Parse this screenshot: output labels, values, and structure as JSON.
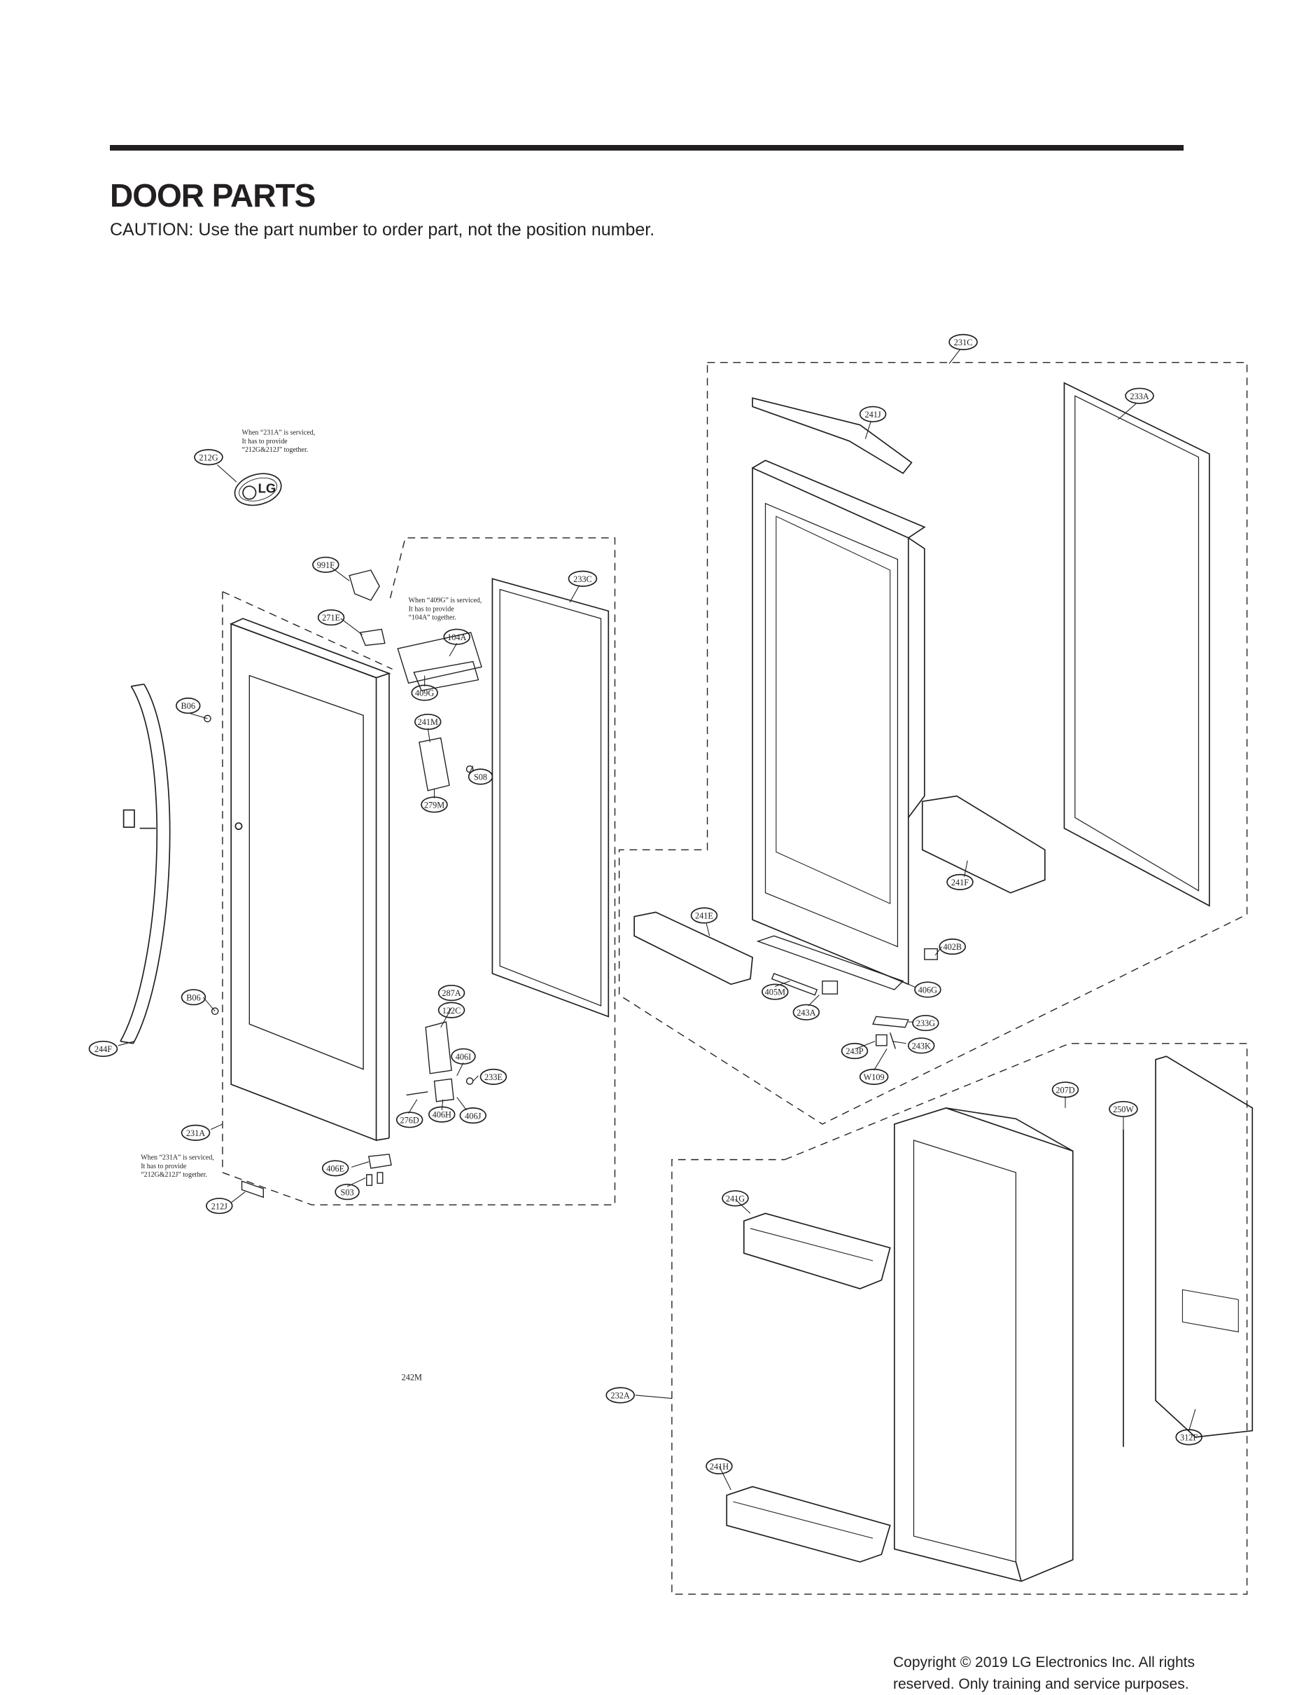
{
  "header": {
    "title": "DOOR PARTS",
    "caution": "CAUTION: Use the part number to order part, not the position number."
  },
  "notes": {
    "n1": [
      "When “231A” is serviced,",
      "It has to provide",
      "“212G&212J” together."
    ],
    "n2": [
      "When “409G” is serviced,",
      "It has to provide",
      "“104A” together."
    ],
    "n3": [
      "When “231A” is serviced,",
      "It has to provide",
      "“212G&212J” together."
    ]
  },
  "part_labels": {
    "p231C": "231C",
    "p233A": "233A",
    "p241J": "241J",
    "p212G": "212G",
    "p991F": "991F",
    "p233C": "233C",
    "p271E": "271E",
    "p104A": "104A",
    "p409G": "409G",
    "pB06a": "B06",
    "p241M": "241M",
    "pS08": "S08",
    "p279M": "279M",
    "p241F": "241F",
    "p241E": "241E",
    "p402B": "402B",
    "p405M": "405M",
    "p406G": "406G",
    "p243A": "243A",
    "p233G": "233G",
    "p243P": "243P",
    "p243K": "243K",
    "pW109": "W109",
    "p287A": "287A",
    "p122C": "122C",
    "pB06b": "B06",
    "p244F": "244F",
    "p406I": "406I",
    "p233E": "233E",
    "p276D": "276D",
    "p406H": "406H",
    "p406J": "406J",
    "p231A": "231A",
    "p406E": "406E",
    "pS03": "S03",
    "p212J": "212J",
    "p207D": "207D",
    "p250W": "250W",
    "p241G": "241G",
    "p232A": "232A",
    "p312F": "312F",
    "p241H": "241H",
    "p242M": "242M"
  },
  "logo_text": "LG",
  "footer": {
    "copyright_line1": "Copyright © 2019  LG Electronics Inc. All rights",
    "copyright_line2": "reserved. Only training and service purposes."
  }
}
